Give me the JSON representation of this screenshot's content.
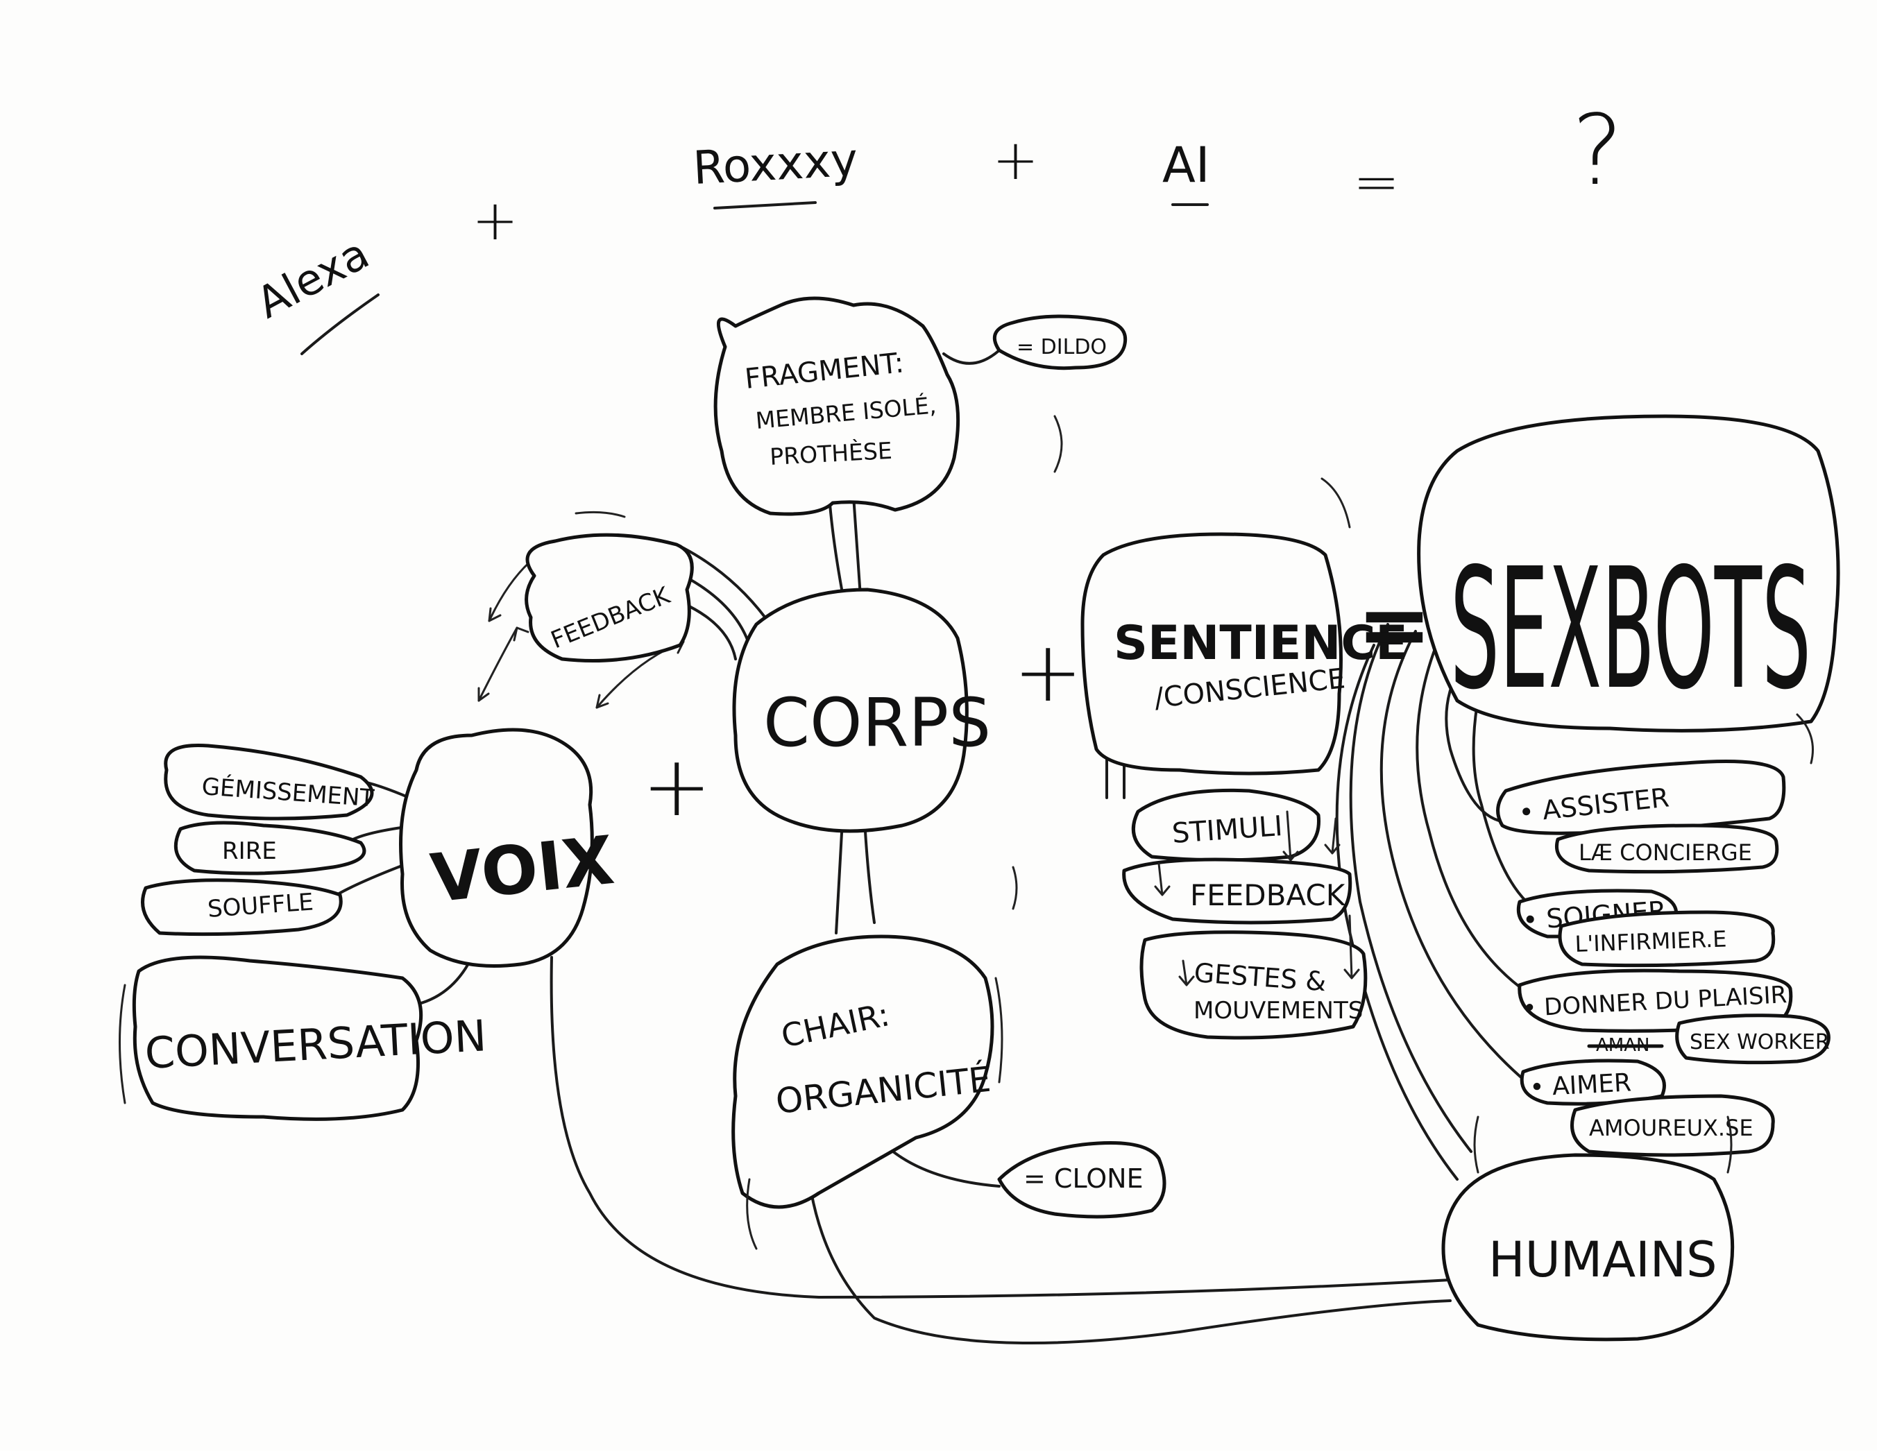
{
  "equation": {
    "terms": [
      "Alexa",
      "Roxxxy",
      "AI"
    ],
    "plus": "+",
    "equals": "=",
    "result": "?"
  },
  "nodes": {
    "voix": "VOIX",
    "corps": "CORPS",
    "sentience": "SENTIENCE",
    "conscience": "/CONSCIENCE",
    "sexbots": "SEXBOTS",
    "humains": "HUMAINS",
    "feedback_top": "FEEDBACK",
    "fragment_title": "FRAGMENT:",
    "fragment_line1": "MEMBRE ISOLÉ,",
    "fragment_line2": "PROTHÈSE",
    "dildo": "= DILDO",
    "chair_line1": "CHAIR:",
    "chair_line2": "ORGANICITÉ",
    "clone": "= CLONE"
  },
  "voix_branches": [
    "GÉMISSEMENT",
    "RIRE",
    "SOUFFLE",
    "CONVERSATION"
  ],
  "sentience_branches": [
    "STIMULI",
    "FEEDBACK",
    "GESTES &",
    "MOUVEMENTS"
  ],
  "sexbot_roles": [
    {
      "verb": "• ASSISTER",
      "role": "LÆ CONCIERGE"
    },
    {
      "verb": "• SOIGNER",
      "role": "L'INFIRMIER.E"
    },
    {
      "verb": "• DONNER DU PLAISIR",
      "role": "SEX WORKER",
      "struck": "AMAN"
    },
    {
      "verb": "• AIMER",
      "role": "AMOUREUX.SE"
    }
  ],
  "operators": {
    "plus_voix_corps": "+",
    "plus_corps_sentience": "+",
    "equals_sexbots": "="
  }
}
